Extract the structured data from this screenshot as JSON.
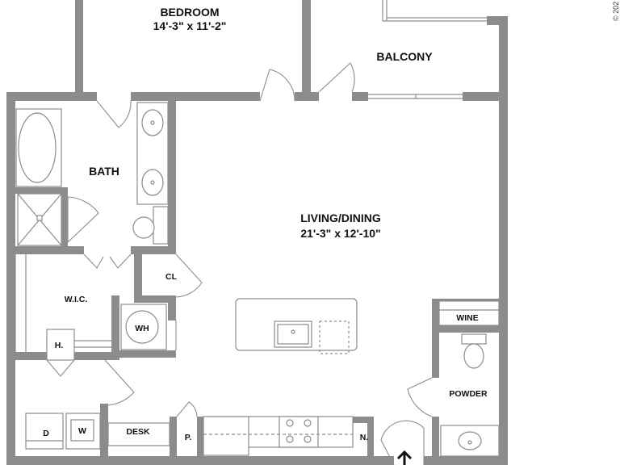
{
  "rooms": {
    "bedroom": {
      "name": "BEDROOM",
      "size": "14'-3\" x 11'-2\""
    },
    "balcony": {
      "name": "BALCONY"
    },
    "bath": {
      "name": "BATH"
    },
    "living": {
      "name": "LIVING/DINING",
      "size": "21'-3\" x 12'-10\""
    },
    "cl": {
      "name": "CL"
    },
    "wic": {
      "name": "W.I.C."
    },
    "wh": {
      "name": "WH"
    },
    "h": {
      "name": "H."
    },
    "wine": {
      "name": "WINE"
    },
    "powder": {
      "name": "POWDER"
    },
    "desk": {
      "name": "DESK"
    },
    "d": {
      "name": "D"
    },
    "w": {
      "name": "W"
    },
    "p": {
      "name": "P."
    },
    "n": {
      "name": "N."
    }
  },
  "copyright": "© 202"
}
